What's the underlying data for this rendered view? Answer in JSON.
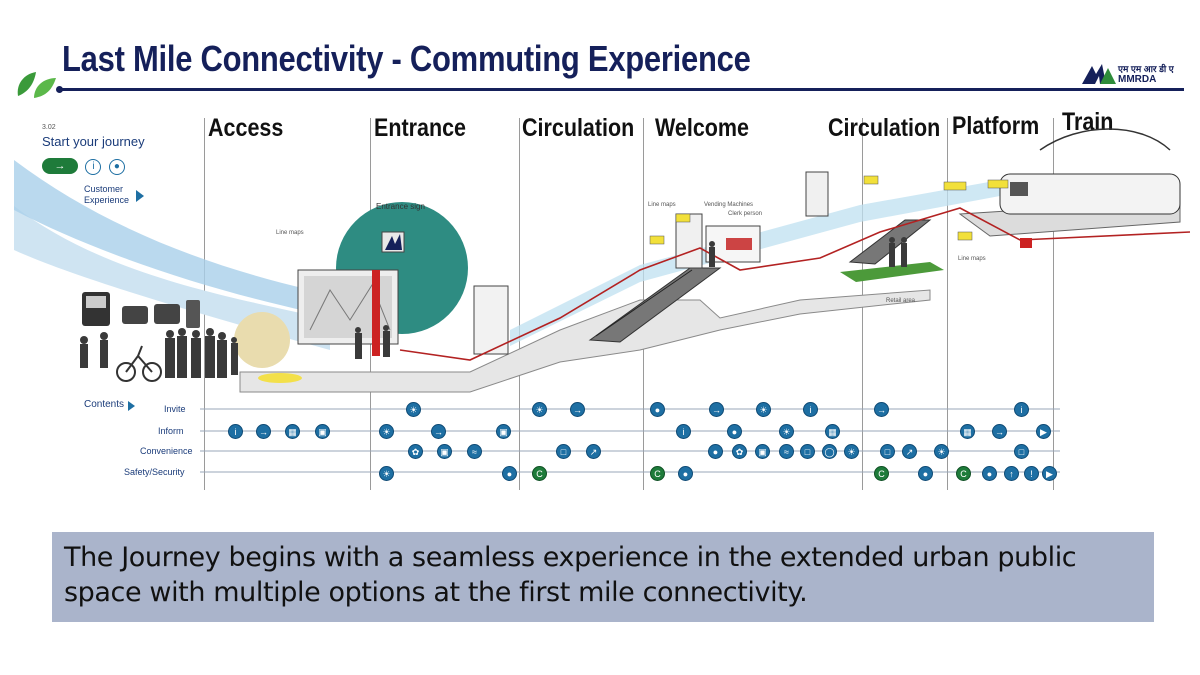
{
  "header": {
    "title": "Last Mile Connectivity - Commuting Experience",
    "logo_text": "MMRDA",
    "logo_hindi": "एम एम आर डी ए"
  },
  "colors": {
    "title": "#15205a",
    "accent_blue": "#1e6fa3",
    "accent_green": "#1e7b3a",
    "teal": "#2e8c82",
    "caption_bg": "#aab4cb"
  },
  "diagram": {
    "section_no": "3.02",
    "start_label": "Start your journey",
    "customer_experience": "Customer Experience",
    "stages": [
      "Access",
      "Entrance",
      "Circulation",
      "Welcome",
      "Circulation",
      "Platform",
      "Train"
    ],
    "callouts": {
      "entrance_sign": "Entrance sign",
      "line_maps_1": "Line maps",
      "line_maps_2": "Line maps",
      "line_maps_3": "Line maps",
      "vending": "Vending Machines",
      "clerk": "Clerk person",
      "retail": "Retail area"
    },
    "contents_label": "Contents",
    "rows": [
      "Invite",
      "Inform",
      "Convenience",
      "Safety/Security"
    ],
    "icon_names": [
      "information-icon",
      "signage-icon",
      "map-icon",
      "technology-icon",
      "lighting-icon",
      "wifi-icon",
      "escalator-icon",
      "emergency-icon",
      "trolley-icon",
      "cctv-icon"
    ]
  },
  "caption": {
    "text": "The Journey begins with a seamless experience in the extended urban public space with multiple options at the first mile connectivity."
  }
}
